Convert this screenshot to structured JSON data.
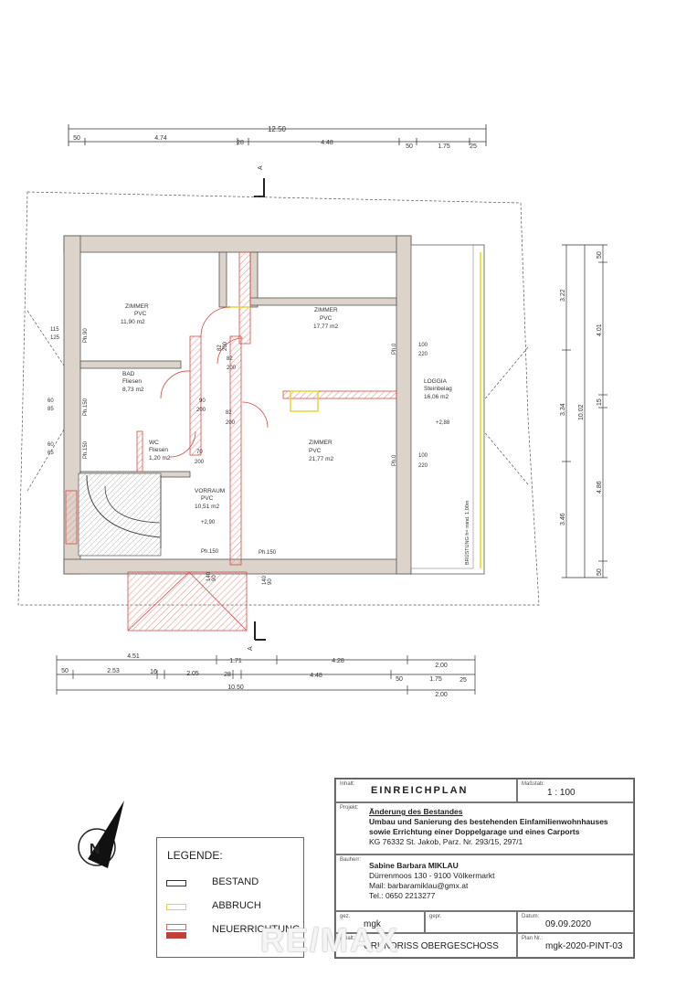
{
  "dimensions": {
    "top_total": "12.50",
    "top_chain": [
      "50",
      "4.74",
      "28",
      "4.48",
      "50",
      "1.75",
      "25"
    ],
    "bottom_row1": [
      "4.51",
      "1.71",
      "4.28",
      "2.00"
    ],
    "bottom_chain": [
      "50",
      "2.53",
      "16",
      "2.05",
      "28",
      "4.48",
      "50",
      "1.75",
      "25"
    ],
    "bottom_total": "10.50",
    "bottom_total_right": "2.00",
    "right_col1": [
      "3.22",
      "3.34",
      "3.46"
    ],
    "right_col2": [
      "10.02"
    ],
    "right_col3": [
      "50",
      "4.01",
      "15",
      "4.86",
      "50"
    ]
  },
  "section_marks": {
    "top": "A",
    "bottom": "A"
  },
  "rooms": [
    {
      "name": "ZIMMER",
      "floor": "PVC",
      "area": "11,90 m2"
    },
    {
      "name": "ZIMMER",
      "floor": "PVC",
      "area": "17,77 m2"
    },
    {
      "name": "BAD",
      "floor": "Fliesen",
      "area": "8,73 m2"
    },
    {
      "name": "LOGGIA",
      "floor": "Steinbelag",
      "area": "16,06 m2"
    },
    {
      "name": "WC",
      "floor": "Fliesen",
      "area": "1,20 m2"
    },
    {
      "name": "ZIMMER",
      "floor": "PVC",
      "area": "21,77 m2"
    },
    {
      "name": "VORRAUM",
      "floor": "PVC",
      "area": "10,51 m2"
    }
  ],
  "openings": {
    "window_left_1": [
      "115",
      "125",
      "Ph.90"
    ],
    "window_left_2": [
      "60",
      "85",
      "Ph.150"
    ],
    "window_left_3": [
      "60",
      "65",
      "Ph.150"
    ],
    "window_r1": [
      "100",
      "220",
      "Ph.0"
    ],
    "window_r2": [
      "100",
      "220",
      "Ph.0"
    ],
    "door_1": [
      "82",
      "200"
    ],
    "door_2": [
      "82",
      "200"
    ],
    "door_3": [
      "90",
      "200"
    ],
    "door_4": [
      "82",
      "200"
    ],
    "door_5": [
      "70",
      "200"
    ],
    "bottom_ph1": "Ph.150",
    "bottom_ph2": "Ph.150",
    "bottom_d1": [
      "140",
      "90"
    ],
    "bottom_d2": [
      "140",
      "90"
    ]
  },
  "levels": {
    "loggia": "+2,88",
    "vorraum": "+2,90"
  },
  "loggia_note": "BRÜSTUNG h= mind. 1,00m",
  "title_block": {
    "inhalt_label": "Inhalt:",
    "inhalt": "EINREICHPLAN",
    "massstab_label": "Maßstab:",
    "massstab": "1 : 100",
    "projekt_label": "Projekt:",
    "projekt_title": "Änderung des Bestandes",
    "projekt_line2": "Umbau und Sanierung des bestehenden Einfamilienwohnhauses",
    "projekt_line3": "sowie Errichtung einer Doppelgarage und eines Carports",
    "projekt_line4": "KG 76332 St. Jakob, Parz. Nr. 293/15, 297/1",
    "bauherr_label": "Bauherr:",
    "bauherr_name": "Sabine Barbara MIKLAU",
    "bauherr_addr": "Dürrenmoos 130 - 9100 Völkermarkt",
    "bauherr_mail": "Mail: barbaramiklau@gmx.at",
    "bauherr_tel": "Tel.: 0650 2213277",
    "gez_label": "gez.",
    "gez": "mgk",
    "gepr_label": "gepr.",
    "datum_label": "Datum:",
    "datum": "09.09.2020",
    "plan_label": "Inhalt:",
    "plan": "GRUNDRISS OBERGESCHOSS",
    "plannr_label": "Plan Nr.:",
    "plannr": "mgk-2020-PINT-03"
  },
  "legend": {
    "title": "LEGENDE:",
    "items": [
      {
        "label": "BESTAND",
        "color": "#ffffff"
      },
      {
        "label": "ABBRUCH",
        "color": "#f2ea3c"
      },
      {
        "label": "NEUERRICHTUNG",
        "color": "#e06a62"
      }
    ]
  },
  "watermark": "RE/MAX",
  "colors": {
    "wall": "#d9cfc6",
    "new_wall": "#e06a62",
    "demolish": "#f2ea3c",
    "line": "#444444"
  }
}
